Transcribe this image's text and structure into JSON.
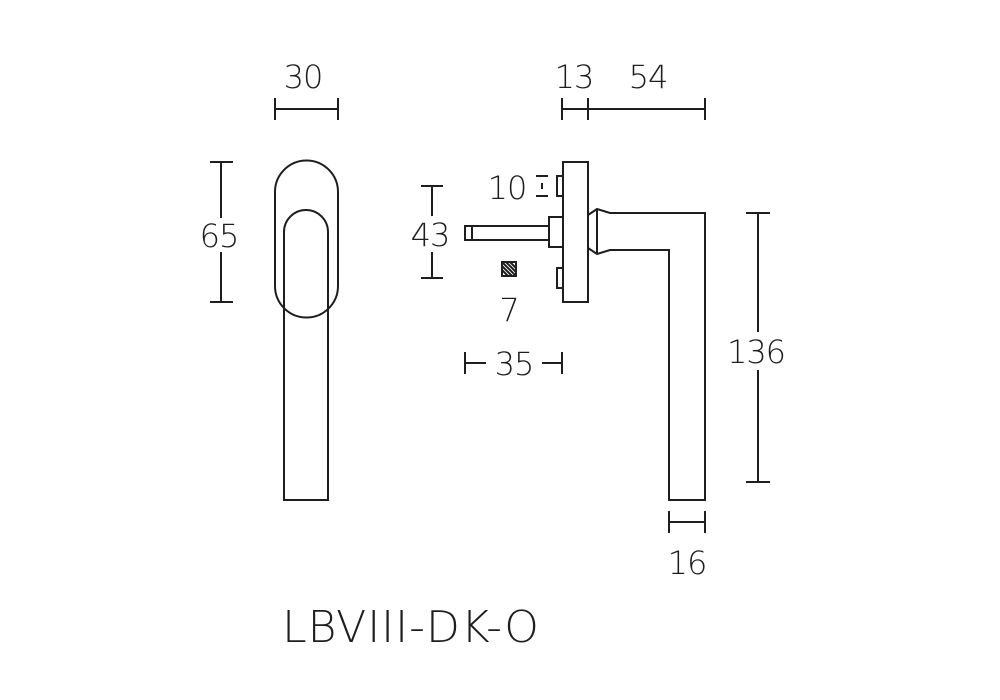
{
  "product_code": "LBVIII-DK-O",
  "dimensions": {
    "front_width": "30",
    "front_height": "65",
    "spindle_length": "43",
    "spindle_square": "7",
    "pin_offset": "10",
    "spindle_projection": "35",
    "rose_depth": "13",
    "handle_projection": "54",
    "handle_length": "136",
    "handle_width": "16"
  },
  "colors": {
    "line": "#1e1e1e",
    "background": "#ffffff"
  }
}
